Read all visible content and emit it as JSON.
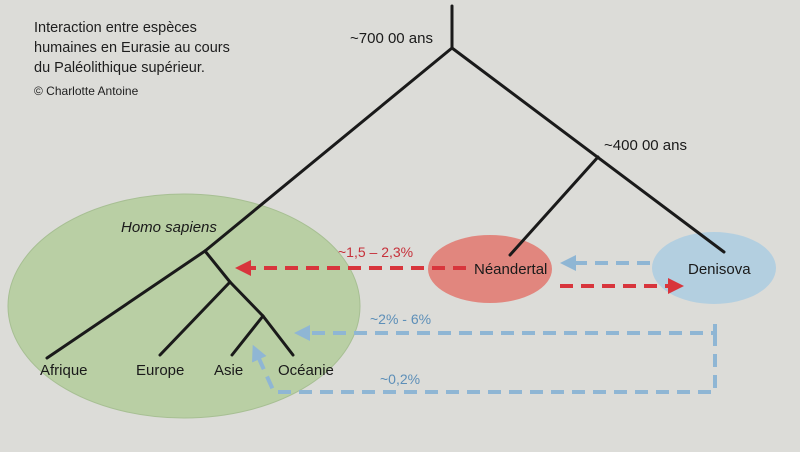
{
  "header": {
    "title_lines": [
      "Interaction entre espèces",
      "humaines en Eurasie au cours",
      "du Paléolithique supérieur."
    ],
    "credit": "© Charlotte Antoine"
  },
  "tree": {
    "root_time": "~700 00 ans",
    "split_time": "~400 00 ans",
    "homo_sapiens_label": "Homo sapiens",
    "neandertal_label": "Néandertal",
    "denisova_label": "Denisova",
    "leaves": [
      "Afrique",
      "Europe",
      "Asie",
      "Océanie"
    ]
  },
  "flows": {
    "neandertal_to_sapiens": "~1,5 – 2,3%",
    "denisova_to_oceania": "~2% - 6%",
    "denisova_to_asia": "~0,2%"
  },
  "colors": {
    "background": "#dcdcd8",
    "sapiens_ellipse": "#b9cfa4",
    "neandertal_ellipse": "#e1867e",
    "denisova_ellipse": "#b3cfe0",
    "red_arrow": "#d8353c",
    "blue_arrow": "#8fb6d4"
  }
}
